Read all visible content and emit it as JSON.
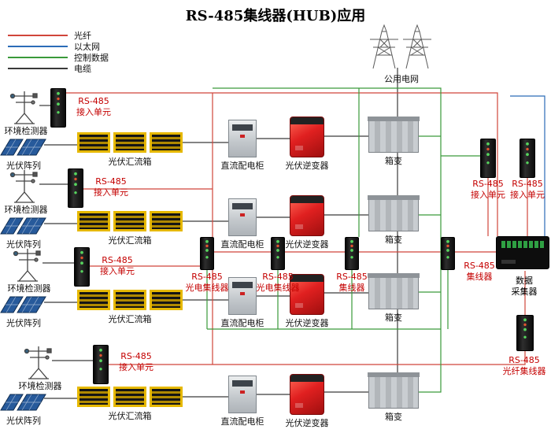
{
  "title": "RS-485集线器(HUB)应用",
  "legend": [
    {
      "label": "光纤",
      "color": "#d0453a"
    },
    {
      "label": "以太网",
      "color": "#2b6cb8"
    },
    {
      "label": "控制数据",
      "color": "#3a9a3a"
    },
    {
      "label": "电缆",
      "color": "#3a3a3a"
    }
  ],
  "wire_colors": {
    "fiber": "#d0453a",
    "ethernet": "#2b6cb8",
    "control": "#3a9a3a",
    "cable": "#3a3a3a"
  },
  "labels": {
    "grid": "公用电网",
    "env": "环境检测器",
    "array": "光伏阵列",
    "combiner": "光伏汇流箱",
    "cabinet": "直流配电柜",
    "inverter": "光伏逆变器",
    "transformer": "箱变",
    "rs485": "RS-485",
    "access_unit": "接入单元",
    "opto_hub": "光电集线器",
    "hub": "集线器",
    "fiber_hub": "光纤集线器",
    "collector_l1": "数据",
    "collector_l2": "采集器"
  }
}
